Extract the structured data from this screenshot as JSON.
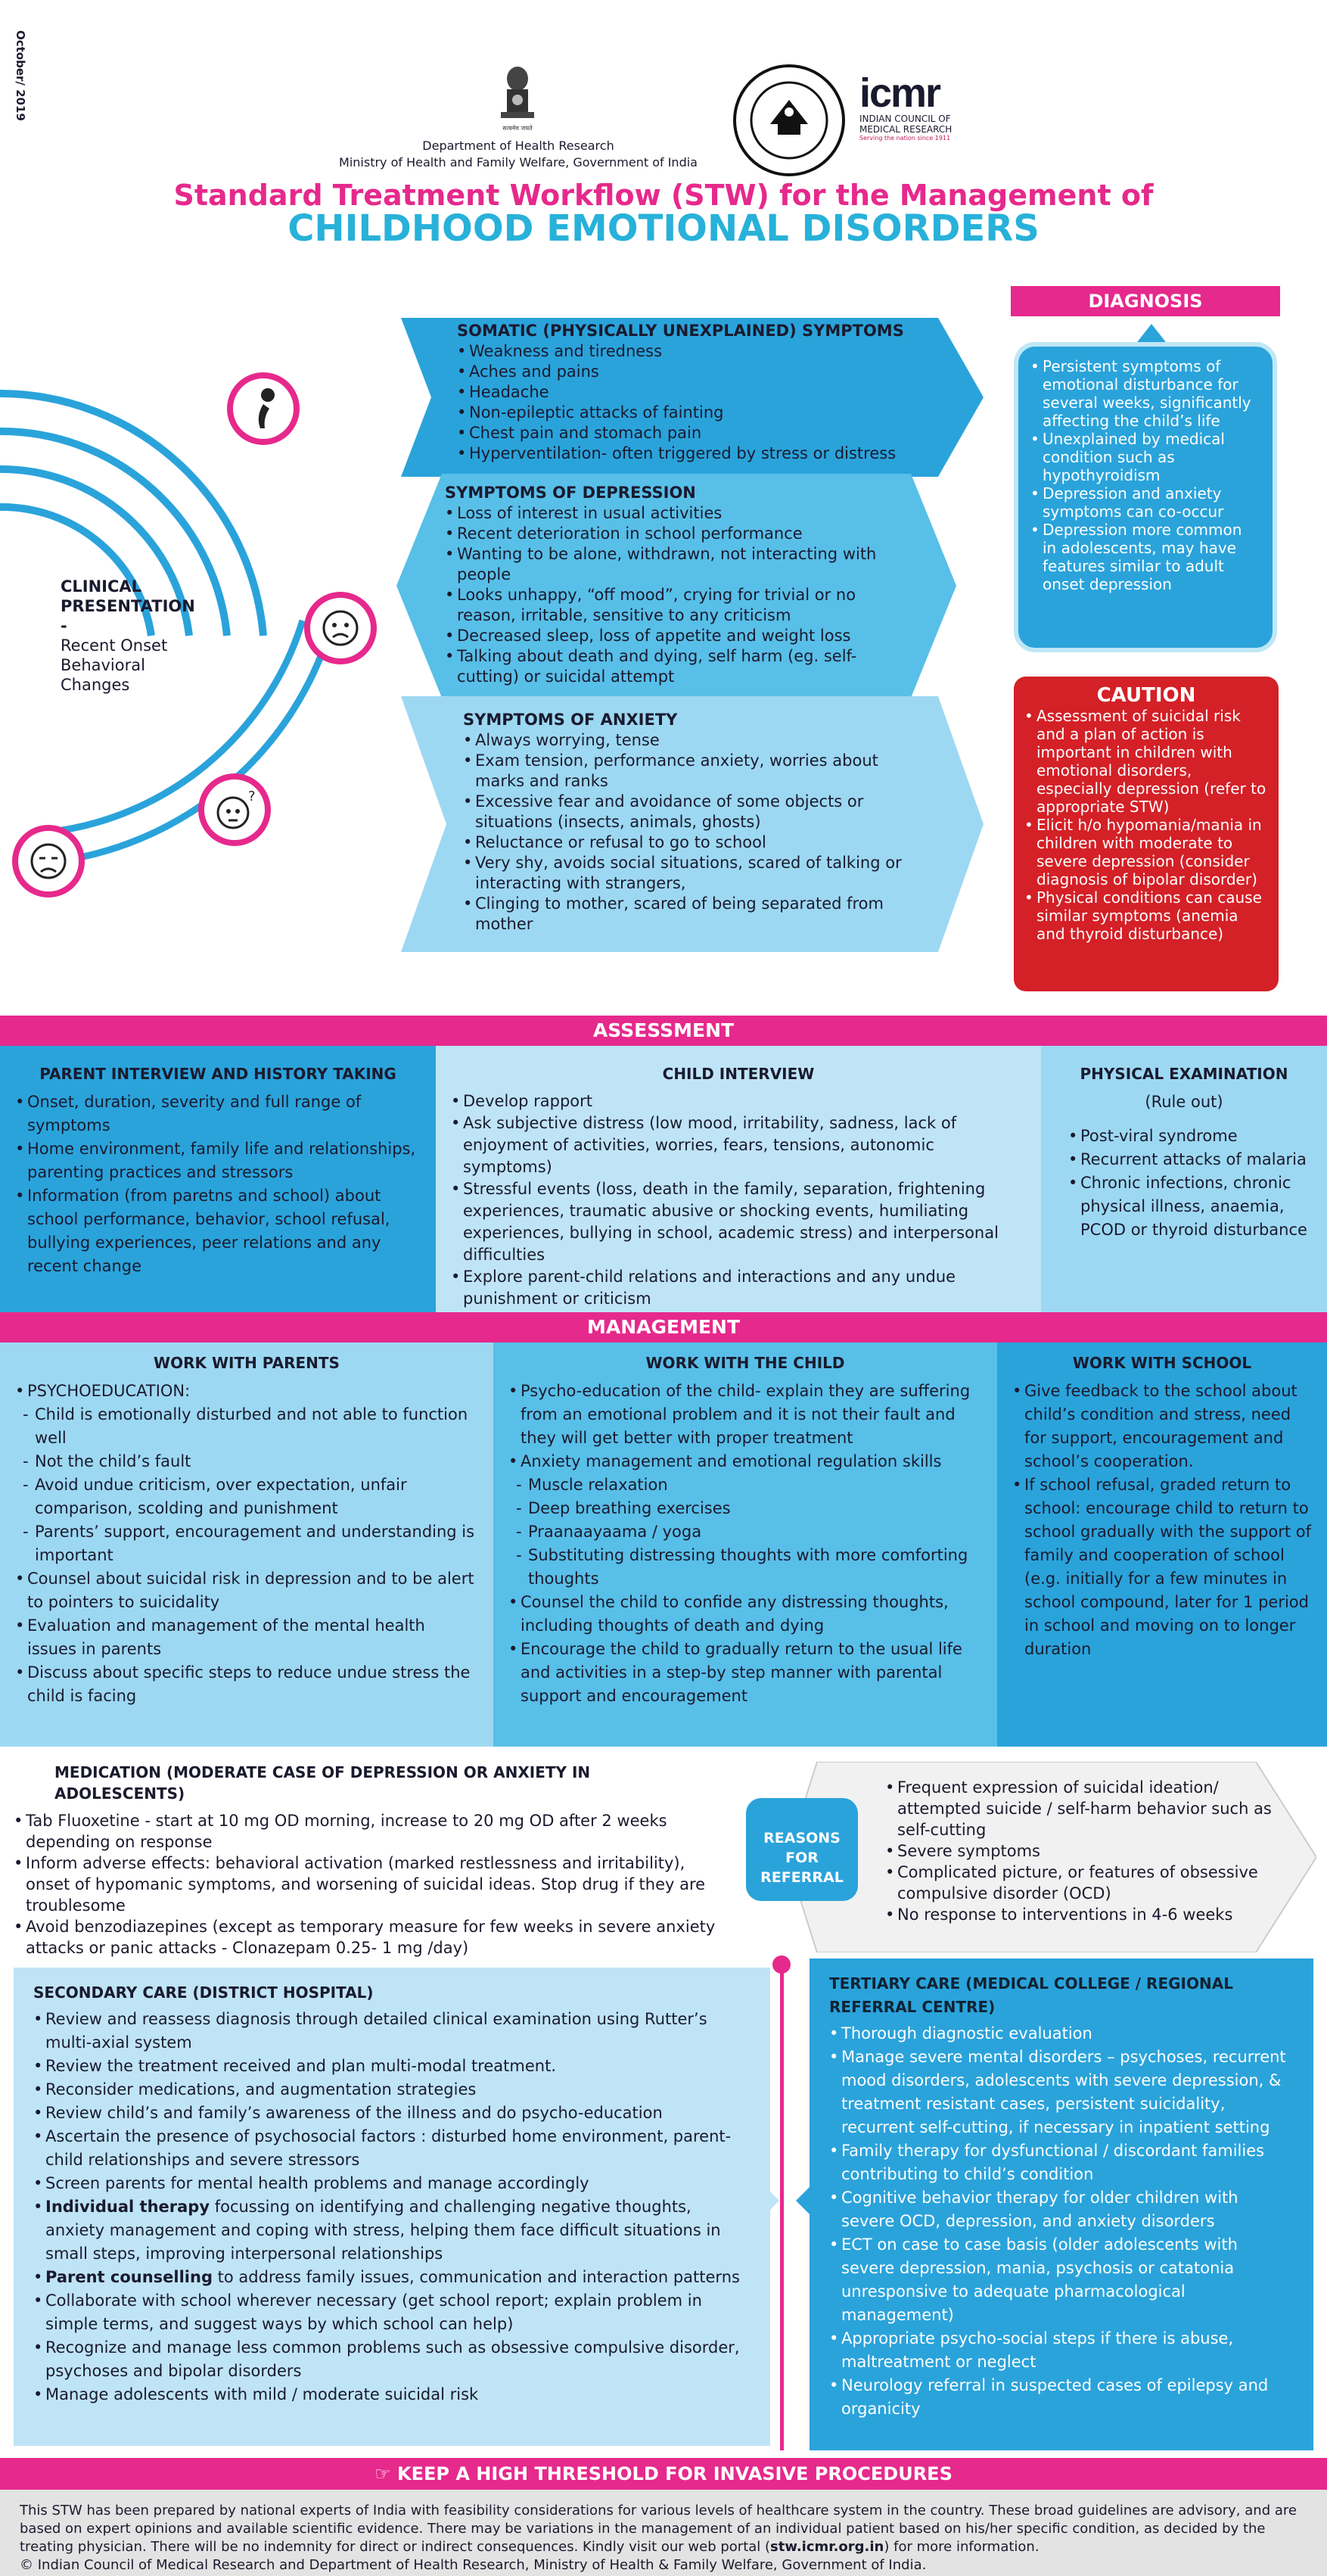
{
  "date": "October/ 2019",
  "header": {
    "dept_line1": "Department of Health Research",
    "dept_line2": "Ministry of Health and Family Welfare, Government of India",
    "logo_text": "icmr",
    "logo_sub1": "INDIAN COUNCIL OF",
    "logo_sub2": "MEDICAL RESEARCH",
    "logo_tagline": "Serving the nation since 1911",
    "emblem_icon": "national-emblem-icon",
    "seal_icon": "icmr-seal-icon"
  },
  "title_line1": "Standard Treatment Workflow (STW) for the Management of",
  "title_line2": "CHILDHOOD EMOTIONAL DISORDERS",
  "clinical": {
    "title": "CLINICAL PRESENTATION -",
    "subtitle": "Recent Onset Behavioral Changes"
  },
  "somatic": {
    "title": "SOMATIC (PHYSICALLY UNEXPLAINED) SYMPTOMS",
    "items": [
      "Weakness and tiredness",
      "Aches and pains",
      "Headache",
      "Non-epileptic attacks of fainting",
      "Chest pain and stomach pain",
      "Hyperventilation- often triggered by stress or distress"
    ]
  },
  "depression": {
    "title": "SYMPTOMS OF DEPRESSION",
    "items": [
      "Loss of interest in usual activities",
      "Recent deterioration in school performance",
      "Wanting to be alone, withdrawn, not interacting with people",
      "Looks unhappy, “off mood”,  crying for trivial or no reason, irritable, sensitive to any criticism",
      "Decreased sleep, loss of appetite and weight loss",
      "Talking about death and dying, self harm (eg. self-cutting) or suicidal attempt"
    ]
  },
  "anxiety": {
    "title": "SYMPTOMS OF ANXIETY",
    "items": [
      "Always worrying, tense",
      "Exam tension, performance anxiety, worries about marks and ranks",
      "Excessive fear and avoidance of some objects or situations (insects, animals, ghosts)",
      "Reluctance or refusal to go to school",
      "Very shy, avoids social situations, scared of talking or interacting  with strangers,",
      "Clinging to mother, scared of being separated from mother"
    ]
  },
  "diagnosis": {
    "title": "DIAGNOSIS",
    "items": [
      "Persistent symptoms of emotional disturbance for several weeks, significantly affecting the child’s life",
      "Unexplained by medical condition such as hypothyroidism",
      "Depression and anxiety symptoms can co-occur",
      "Depression more common in adolescents, may have features similar to adult onset depression"
    ]
  },
  "caution": {
    "title": "CAUTION",
    "items": [
      "Assessment of suicidal risk and a plan of action is important in children with emotional disorders, especially depression (refer to appropriate STW)",
      "Elicit h/o hypomania/mania in children with moderate to severe depression (consider diagnosis of bipolar disorder)",
      "Physical conditions can cause similar symptoms (anemia and thyroid disturbance)"
    ]
  },
  "assessment": {
    "title": "ASSESSMENT",
    "parent": {
      "title": "PARENT INTERVIEW AND HISTORY TAKING",
      "items": [
        "Onset, duration, severity and full range of symptoms",
        "Home environment, family life and relationships, parenting practices and stressors",
        "Information (from paretns and school) about school performance, behavior, school refusal, bullying experiences, peer relations and any recent change"
      ]
    },
    "child": {
      "title": "CHILD INTERVIEW",
      "items": [
        "Develop rapport",
        "Ask subjective distress (low mood, irritability, sadness, lack of enjoyment of activities, worries, fears, tensions, autonomic symptoms)",
        "Stressful events (loss, death in the family, separation, frightening experiences, traumatic abusive or shocking events, humiliating experiences, bullying in school, academic stress) and interpersonal difficulties",
        "Explore parent-child relations and interactions and any undue punishment or criticism"
      ]
    },
    "physical": {
      "title": "PHYSICAL EXAMINATION",
      "subtitle": "(Rule out)",
      "items": [
        "Post-viral syndrome",
        "Recurrent attacks of malaria",
        "Chronic infections, chronic physical illness, anaemia, PCOD or thyroid disturbance"
      ]
    }
  },
  "management": {
    "title": "MANAGEMENT",
    "parents": {
      "title": "WORK WITH PARENTS",
      "psycho": "PSYCHOEDUCATION:",
      "psycho_sub": [
        "Child is emotionally disturbed and not able to function well",
        "Not the child’s fault",
        "Avoid undue criticism, over expectation, unfair comparison, scolding and punishment",
        "Parents’ support, encouragement and understanding is important"
      ],
      "items": [
        "Counsel about suicidal risk in depression and to be alert to pointers to suicidality",
        "Evaluation and management of the mental health issues in parents",
        "Discuss about specific steps to reduce undue stress the child is facing"
      ]
    },
    "child": {
      "title": "WORK WITH THE CHILD",
      "item1": "Psycho-education of the child- explain they are suffering from an emotional problem and it is not their fault and they will get better with proper treatment",
      "item2": "Anxiety management and emotional regulation skills",
      "sub": [
        "Muscle relaxation",
        "Deep breathing exercises",
        "Praanaayaama / yoga",
        "Substituting distressing thoughts with more comforting thoughts"
      ],
      "items": [
        "Counsel the child to confide any distressing thoughts, including thoughts of death and dying",
        "Encourage the child to gradually return to the usual life and activities in a step-by step manner with parental support and encouragement"
      ]
    },
    "school": {
      "title": "WORK WITH SCHOOL",
      "items": [
        "Give feedback to the school about child’s condition and stress, need for support, encouragement and school’s cooperation.",
        "If school refusal, graded return to school: encourage child to return to school gradually with the support of family and cooperation of school (e.g. initially for a few minutes in school compound, later for 1 period in school and moving on to longer duration"
      ]
    }
  },
  "medication": {
    "title": "MEDICATION (MODERATE CASE OF DEPRESSION OR ANXIETY IN ADOLESCENTS)",
    "items": [
      "Tab Fluoxetine - start at 10 mg OD morning, increase to 20 mg OD after 2 weeks depending on response",
      "Inform adverse effects: behavioral activation (marked restlessness and irritability), onset of hypomanic symptoms, and worsening of suicidal ideas. Stop drug if they are troublesome",
      "Avoid benzodiazepines (except as temporary measure for few weeks in severe anxiety attacks or panic attacks - Clonazepam 0.25- 1 mg /day)"
    ]
  },
  "referral": {
    "button": "REASONS FOR REFERRAL",
    "items": [
      "Frequent expression of suicidal ideation/ attempted suicide / self-harm behavior such as self-cutting",
      "Severe symptoms",
      "Complicated picture, or features of obsessive compulsive disorder (OCD)",
      "No response to interventions in 4-6 weeks"
    ]
  },
  "secondary": {
    "title": "SECONDARY CARE (DISTRICT HOSPITAL)",
    "items": [
      "Review and reassess diagnosis through detailed clinical examination using Rutter’s multi-axial system",
      "Review the treatment received and plan multi-modal treatment.",
      "Reconsider medications, and augmentation strategies",
      "Review child’s and family’s awareness of the illness and do psycho-education",
      "Ascertain the presence of psychosocial factors : disturbed home environment, parent-child relationships and severe stressors",
      "Screen parents for mental health problems and manage accordingly"
    ],
    "it_bold": "Individual therapy",
    "it_rest": " focussing on identifying and challenging negative thoughts, anxiety management and coping with stress, helping them face difficult situations in small steps, improving interpersonal relationships",
    "pc_bold": "Parent counselling",
    "pc_rest": " to address family issues, communication and interaction patterns",
    "items2": [
      "Collaborate with school wherever necessary (get school report; explain problem in simple terms, and suggest ways by which school can help)",
      "Recognize and manage less common problems such as obsessive compulsive disorder,  psychoses and bipolar disorders",
      "Manage adolescents with mild / moderate suicidal risk"
    ]
  },
  "tertiary": {
    "title": "TERTIARY CARE (MEDICAL COLLEGE / REGIONAL REFERRAL CENTRE)",
    "items": [
      "Thorough diagnostic evaluation",
      "Manage severe mental disorders – psychoses, recurrent mood disorders, adolescents with severe depression, & treatment resistant cases, persistent suicidality, recurrent self-cutting, if necessary in inpatient setting",
      "Family therapy for dysfunctional / discordant families contributing to child’s condition",
      "Cognitive behavior therapy for older children with severe OCD, depression, and anxiety disorders",
      "ECT on case to case basis (older adolescents with severe depression,  mania, psychosis or catatonia unresponsive to adequate pharmacological management)",
      "Appropriate psycho-social steps if there is abuse, maltreatment or neglect",
      "Neurology referral in suspected cases of epilepsy and organicity"
    ]
  },
  "keep": "KEEP A HIGH THRESHOLD FOR INVASIVE PROCEDURES",
  "footer": {
    "text1": "This STW has been prepared by national experts of India with feasibility considerations for various levels of healthcare system in the country. These broad guidelines are advisory, and are based on expert opinions and available scientific evidence. There may be variations in the management of an individual patient based on his/her specific condition, as decided by the treating physician. There will be no indemnity for direct or indirect consequences. Kindly visit our web portal (",
    "url": "stw.icmr.org.in",
    "text2": ") for more information.",
    "copyright": "© Indian Council of Medical Research and Department of Health Research, Ministry of Health & Family Welfare, Government of India."
  },
  "colors": {
    "pink": "#e6298c",
    "blue": "#2aa3db",
    "teal": "#28b1d9",
    "red": "#d42027"
  }
}
